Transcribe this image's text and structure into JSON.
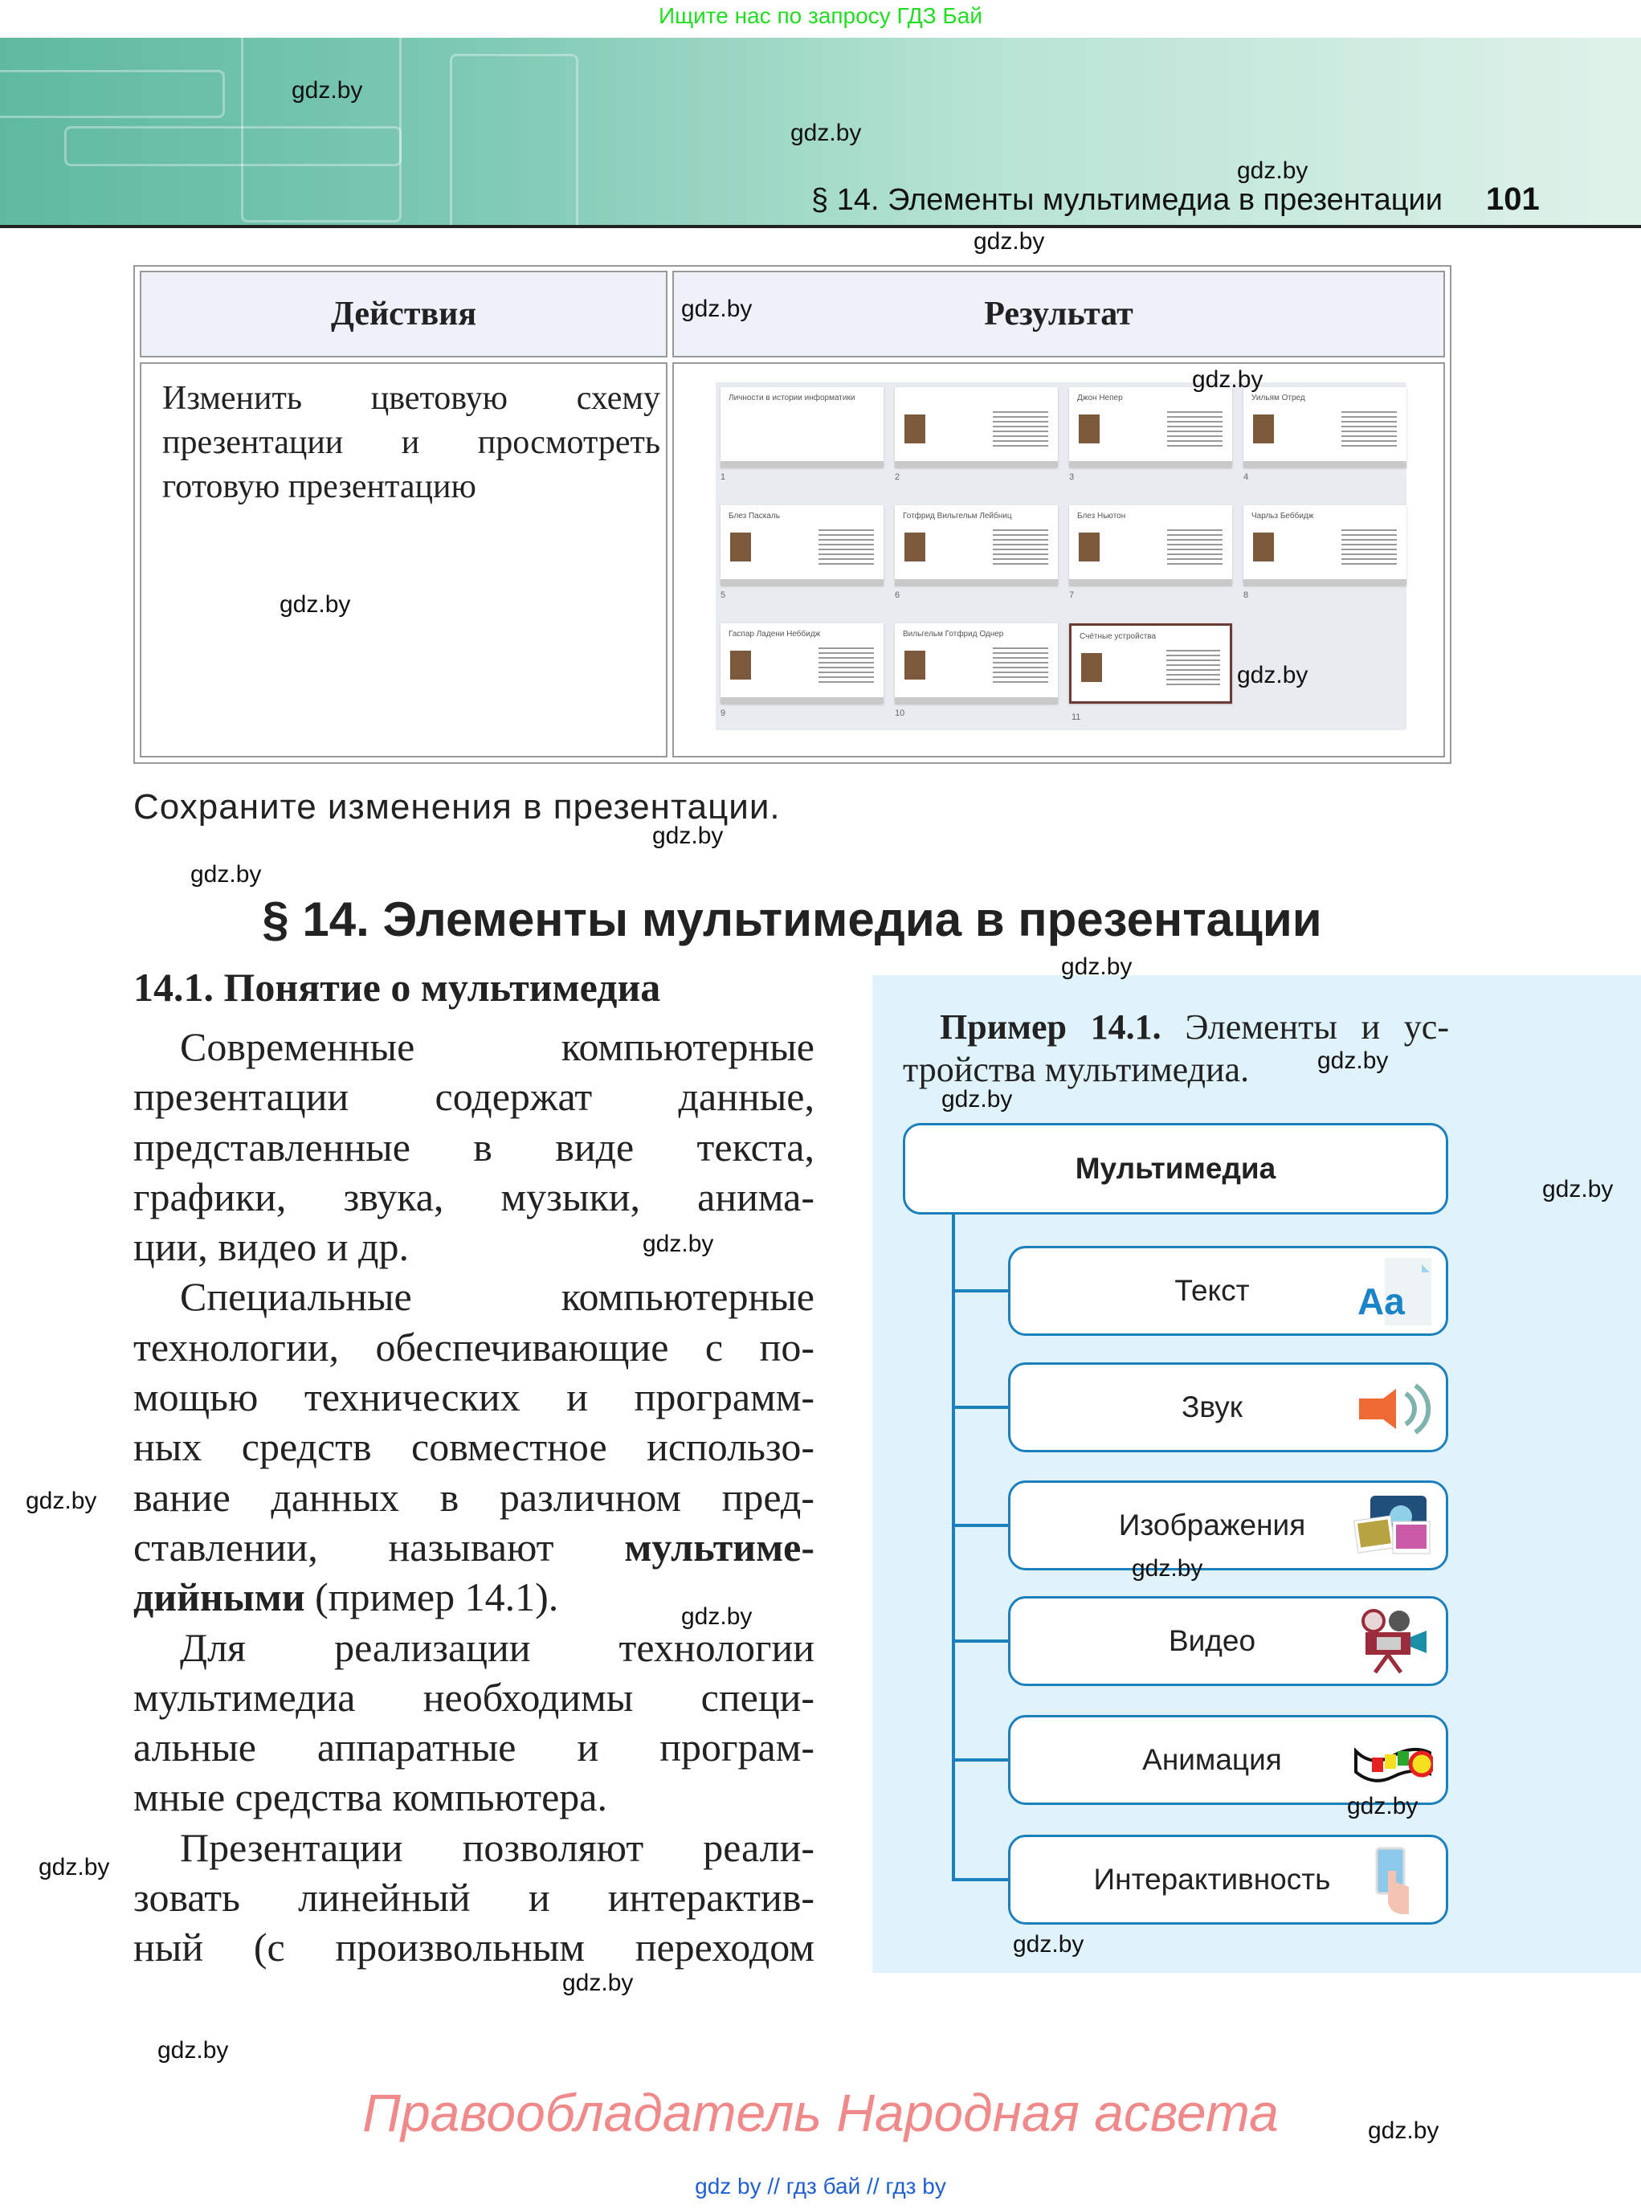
{
  "top_note": "Ищите нас по запросу ГДЗ Бай",
  "running_head": {
    "title": "§ 14. Элементы мультимедиа в презентации",
    "page_number": "101"
  },
  "watermark": "gdz.by",
  "table": {
    "headers": [
      "Действия",
      "Результат"
    ],
    "action": "Изменить цветовую схему презентации и просмотреть готовую презентацию",
    "slides": [
      {
        "num": "1",
        "title": "Личности в истории информатики"
      },
      {
        "num": "2",
        "title": ""
      },
      {
        "num": "3",
        "title": "Джон Непер"
      },
      {
        "num": "4",
        "title": "Уильям Отред"
      },
      {
        "num": "5",
        "title": "Блез Паскаль"
      },
      {
        "num": "6",
        "title": "Готфрид Вильгельм Лейбниц"
      },
      {
        "num": "7",
        "title": "Блез Ньютон"
      },
      {
        "num": "8",
        "title": "Чарльз Беббидж"
      },
      {
        "num": "9",
        "title": "Гаспар Ладени Неббидж"
      },
      {
        "num": "10",
        "title": "Вильгельм Готфрид Однер"
      },
      {
        "num": "11",
        "title": "Счётные устройства"
      }
    ],
    "selected_slide": "11"
  },
  "save_note": "Сохраните изменения в презентации.",
  "section_title": "§ 14. Элементы мультимедиа в презентации",
  "subsection_title": "14.1. Понятие о мультимедиа",
  "body_lines": [
    "Современные компьютерные",
    "презентации содержат данные,",
    "представленные в виде текста,",
    "графики, звука, музыки, анима-",
    "ции, видео и др.",
    "Специальные компьютерные",
    "технологии, обеспечивающие с по-",
    "мощью технических и программ-",
    "ных средств совместное использо-",
    "вание данных в различном пред-",
    "ставлении, называют",
    "дийными",
    "Для реализации технологии",
    "мультимедиа необходимы специ-",
    "альные аппаратные и програм-",
    "мные средства компьютера.",
    "Презентации позволяют реали-",
    "зовать линейный и интерактив-",
    "ный (с произвольным переходом"
  ],
  "body_bold": {
    "line11": "мультиме-",
    "line12_rest": " (пример 14.1)."
  },
  "example": {
    "label": "Пример 14.1.",
    "line1_rest": "Элементы и ус-",
    "line2": "тройства мультимедиа."
  },
  "diagram": {
    "root": "Мультимедиа",
    "items": [
      {
        "label": "Текст",
        "icon": "text-aa-icon"
      },
      {
        "label": "Звук",
        "icon": "speaker-icon"
      },
      {
        "label": "Изображения",
        "icon": "camera-photos-icon"
      },
      {
        "label": "Видео",
        "icon": "movie-camera-icon"
      },
      {
        "label": "Анимация",
        "icon": "film-strip-icon"
      },
      {
        "label": "Интерактивность",
        "icon": "touch-tablet-icon"
      }
    ],
    "accent": "#1c80bd"
  },
  "footer": "Правообладатель Народная асвета",
  "bottom_links": "gdz by // гдз бай // гдз by"
}
